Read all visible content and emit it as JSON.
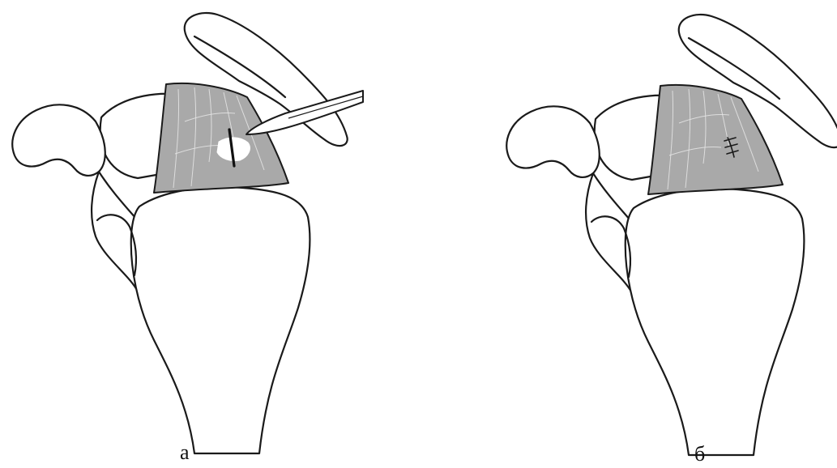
{
  "figure": {
    "panels": [
      {
        "id": "a",
        "label": "а",
        "state": "tear with incision"
      },
      {
        "id": "b",
        "label": "б",
        "state": "sutured"
      }
    ],
    "colors": {
      "outline": "#1a1a1a",
      "tendon": "#a9a9a9",
      "fibers": "#e6e6e6",
      "background": "#ffffff"
    }
  }
}
